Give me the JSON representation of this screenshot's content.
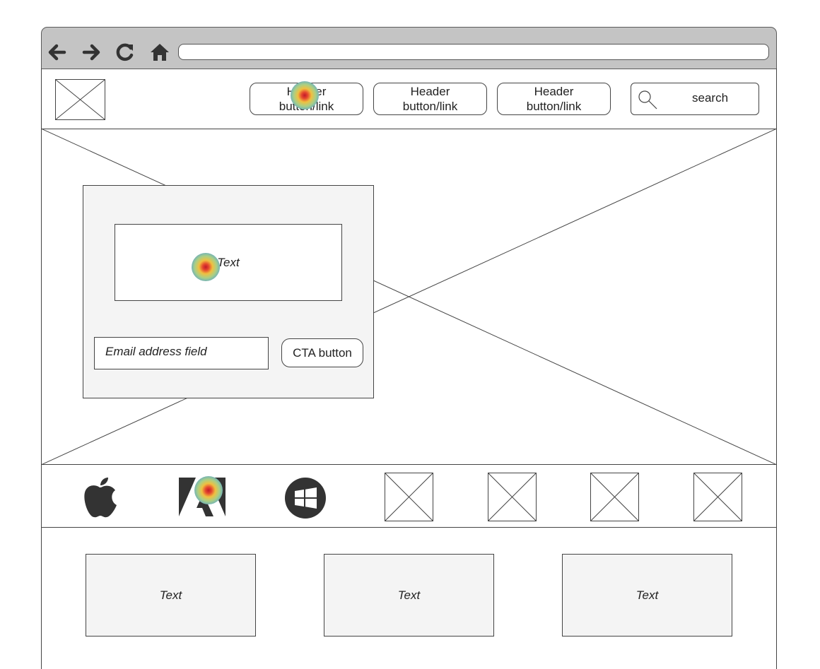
{
  "browser": {
    "nav_icons": [
      "back-arrow-icon",
      "forward-arrow-icon",
      "reload-icon",
      "home-icon"
    ],
    "url": ""
  },
  "header": {
    "logo": "image-placeholder-icon",
    "buttons": [
      {
        "label": "Header button/link"
      },
      {
        "label": "Header button/link"
      },
      {
        "label": "Header button/link"
      }
    ],
    "search": {
      "label": "search",
      "icon": "search-icon"
    }
  },
  "hero": {
    "text": "Text",
    "email_placeholder": "Email address field",
    "cta_label": "CTA button"
  },
  "logos": [
    "apple-icon",
    "adobe-icon",
    "windows-icon",
    "image-placeholder-icon",
    "image-placeholder-icon",
    "image-placeholder-icon",
    "image-placeholder-icon"
  ],
  "cards": [
    {
      "text": "Text"
    },
    {
      "text": "Text"
    },
    {
      "text": "Text"
    }
  ],
  "heatmap": {
    "colors": {
      "center": "#c21a2a",
      "mid": "#f0c040",
      "outer": "#5fa8c8"
    }
  }
}
